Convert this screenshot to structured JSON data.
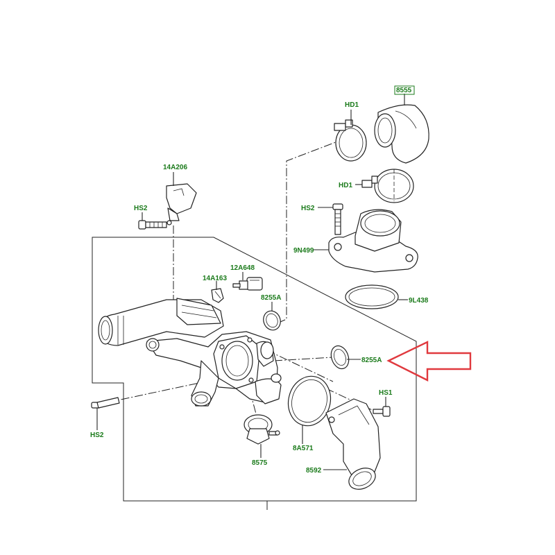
{
  "labels": {
    "part_8555": "8555",
    "part_hd1_top": "HD1",
    "part_hd1_mid": "HD1",
    "part_hs2_top": "HS2",
    "part_9n499": "9N499",
    "part_9l438": "9L438",
    "part_14a206": "14A206",
    "part_hs2_left": "HS2",
    "part_12a648": "12A648",
    "part_14a163": "14A163",
    "part_8255a_upper": "8255A",
    "part_8255a_lower": "8255A",
    "part_hs1": "HS1",
    "part_hs2_bottom": "HS2",
    "part_8a571": "8A571",
    "part_8575": "8575",
    "part_8592": "8592"
  },
  "colors": {
    "label": "#1a7a1a",
    "line": "#222222",
    "highlight_arrow": "#e0393e"
  },
  "highlighted_part": "8255A"
}
